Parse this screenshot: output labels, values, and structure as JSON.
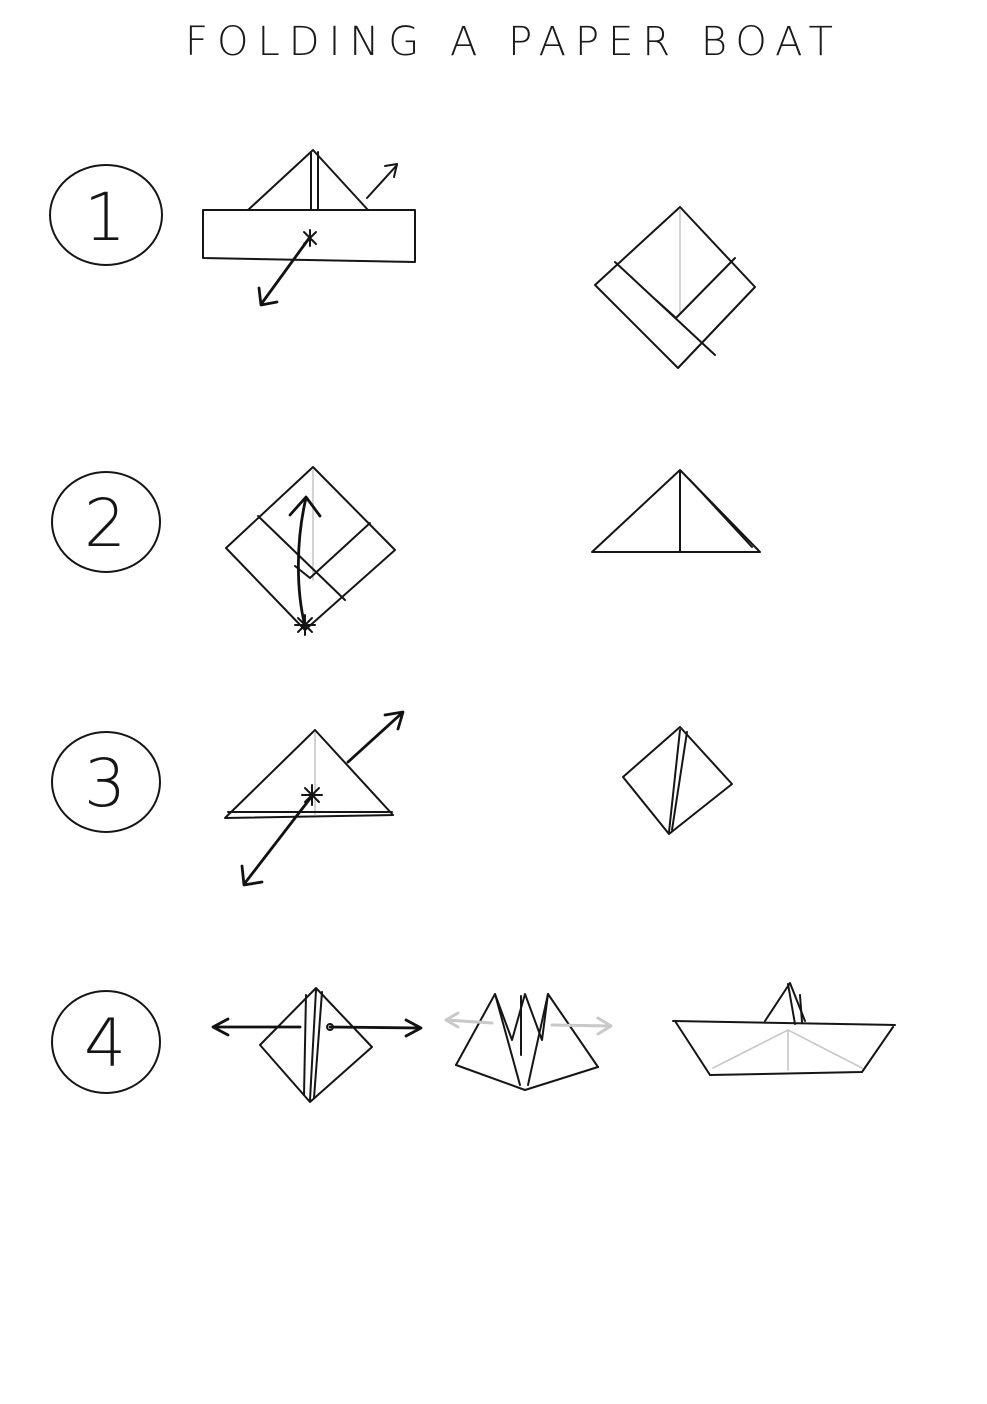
{
  "title": "FOLDING A PAPER BOAT",
  "steps": [
    {
      "number": "1"
    },
    {
      "number": "2"
    },
    {
      "number": "3"
    },
    {
      "number": "4"
    }
  ]
}
